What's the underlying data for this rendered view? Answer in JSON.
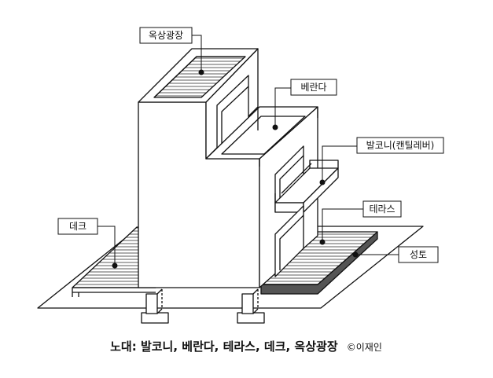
{
  "labels": {
    "rooftop": "옥상광장",
    "veranda": "베란다",
    "balcony": "발코니(캔틸레버)",
    "terrace": "테라스",
    "deck": "데크",
    "stone_base": "성토"
  },
  "caption": {
    "text": "노대: 발코니, 베란다, 테라스, 데크, 옥상광장",
    "credit": "©이재인"
  },
  "colors": {
    "line": "#111111",
    "embankment": "#555555",
    "hatch": "#333333"
  }
}
